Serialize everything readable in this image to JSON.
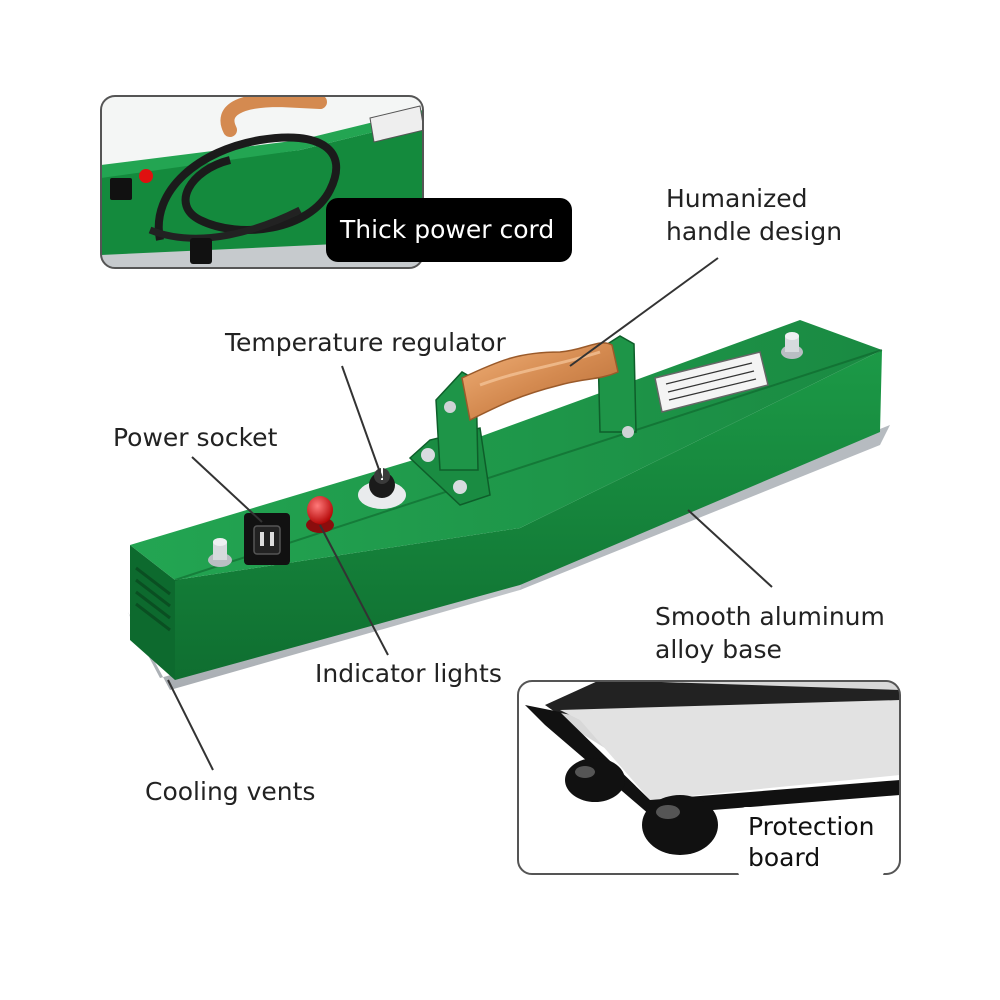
{
  "callouts": {
    "thick_power_cord": "Thick power cord",
    "handle_line1": "Humanized",
    "handle_line2": "handle design",
    "temperature_regulator": "Temperature regulator",
    "power_socket": "Power socket",
    "aluminum_line1": "Smooth aluminum",
    "aluminum_line2": "alloy base",
    "indicator_lights": "Indicator lights",
    "cooling_vents": "Cooling vents",
    "protection_line1": "Protection",
    "protection_line2": "board"
  },
  "colors": {
    "body_green": "#168a3e",
    "handle_wood": "#d9925a",
    "indicator_red": "#e01010",
    "aluminum": "#c9cdd1",
    "label_dark_bg": "#000000"
  }
}
